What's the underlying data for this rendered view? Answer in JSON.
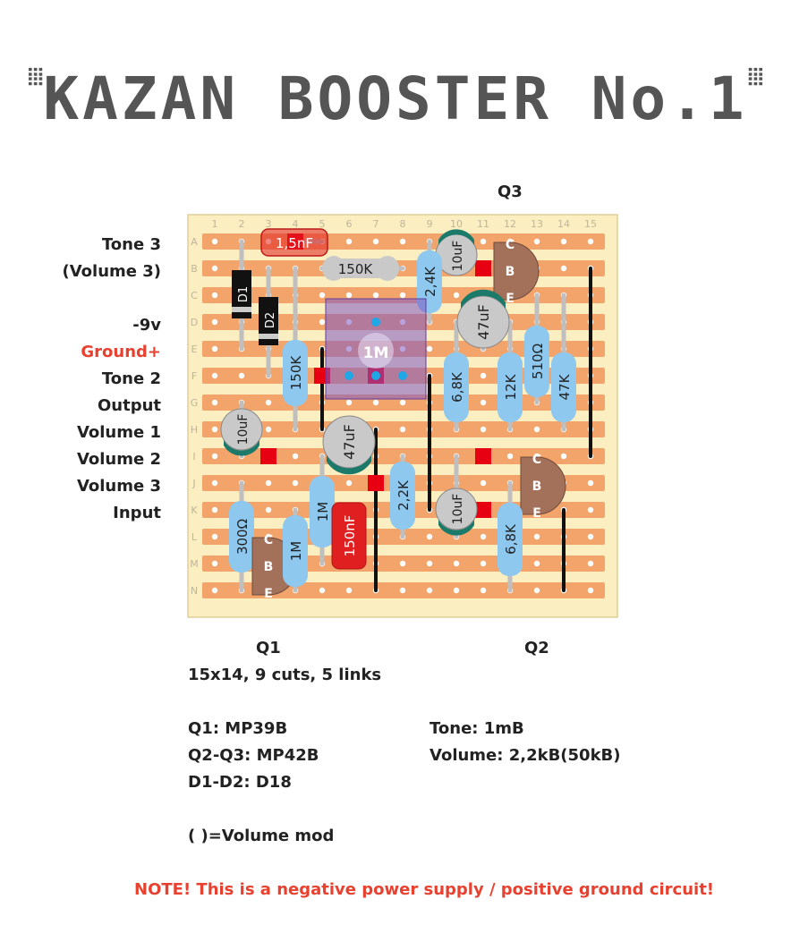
{
  "title": "KAZAN BOOSTER No.1",
  "title_deco_left": "\"",
  "title_deco_right": "\"",
  "labels": {
    "q3": "Q3",
    "q1": "Q1",
    "q2": "Q2"
  },
  "left_labels": [
    "Tone 3",
    "(Volume 3)",
    "-9v",
    "Ground+",
    "Tone 2",
    "Output",
    "Volume 1",
    "Volume 2",
    "Volume 3",
    "Input"
  ],
  "columns": [
    "1",
    "2",
    "3",
    "4",
    "5",
    "6",
    "7",
    "8",
    "9",
    "10",
    "11",
    "12",
    "13",
    "14",
    "15"
  ],
  "rows": [
    "A",
    "B",
    "C",
    "D",
    "E",
    "F",
    "G",
    "H",
    "I",
    "J",
    "K",
    "L",
    "M",
    "N"
  ],
  "components": {
    "c_1_5nF": "1,5nF",
    "r_150K_top": "150K",
    "d1": "D1",
    "d2": "D2",
    "c_10uF_top": "10uF",
    "r_2_4K": "2,4K",
    "c_47uF_top": "47uF",
    "pot_1M": "1M",
    "r_150K_mid": "150K",
    "r_6_8K_top": "6,8K",
    "r_12K": "12K",
    "r_510": "510Ω",
    "r_47K": "47K",
    "c_10uF_left": "10uF",
    "c_47uF_mid": "47uF",
    "r_2_2K": "2,2K",
    "c_10uF_bottom": "10uF",
    "r_1M_a": "1M",
    "c_150nF": "150nF",
    "r_300": "300Ω",
    "r_1M_b": "1M",
    "r_6_8K_bottom": "6,8K",
    "pin_c": "C",
    "pin_b": "B",
    "pin_e": "E"
  },
  "info": {
    "size": "15x14, 9 cuts, 5 links",
    "q1": "Q1: MP39B",
    "q2q3": "Q2-Q3: MP42B",
    "d1d2": "D1-D2: D18",
    "tone": "Tone: 1mB",
    "volume": "Volume: 2,2kB(50kB)",
    "mod": "( )=Volume mod",
    "note": "NOTE! This is a negative power supply / positive ground circuit!"
  },
  "colors": {
    "board": "#fbeec0",
    "strip": "#f3a46b",
    "resistor": "#8fc8ee",
    "cap_ceramic": "#c9c9c9",
    "cap_film": "#e02020",
    "transistor": "#a3715a",
    "cut_marker": "#e60012",
    "note": "#e8412f"
  }
}
